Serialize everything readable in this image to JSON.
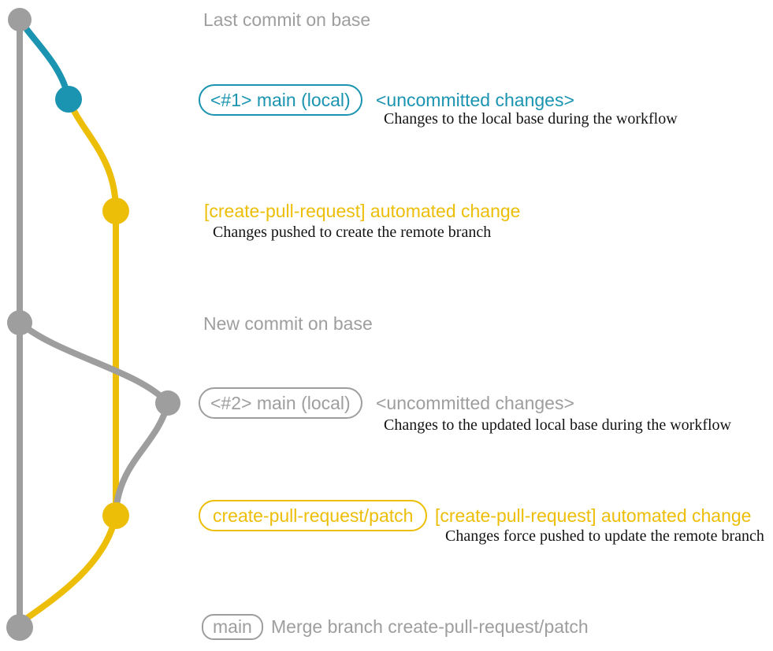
{
  "colors": {
    "gray": "#9e9e9e",
    "teal": "#1a94b0",
    "yellow": "#edbe07",
    "ink": "#141414",
    "background": "#ffffff"
  },
  "graph": {
    "commits": [
      {
        "id": "base-tip",
        "branch": "base",
        "color": "gray"
      },
      {
        "id": "local-main-1",
        "branch": "main (local)",
        "color": "teal"
      },
      {
        "id": "patch-1",
        "branch": "create-pull-request/patch",
        "color": "yellow"
      },
      {
        "id": "base-new",
        "branch": "base",
        "color": "gray"
      },
      {
        "id": "local-main-2",
        "branch": "main (local)",
        "color": "gray"
      },
      {
        "id": "patch-2",
        "branch": "create-pull-request/patch",
        "color": "yellow"
      },
      {
        "id": "merge",
        "branch": "base",
        "color": "gray"
      }
    ]
  },
  "rows": {
    "r0": {
      "text": "Last commit on base"
    },
    "r1": {
      "badge": "<#1> main (local)",
      "message": "<uncommitted changes>",
      "note": "Changes to the local base during the workflow"
    },
    "r2": {
      "message": "[create-pull-request] automated change",
      "note": "Changes pushed to create the remote branch"
    },
    "r3": {
      "text": "New commit on base"
    },
    "r4": {
      "badge": "<#2> main (local)",
      "message": "<uncommitted changes>",
      "note": "Changes to the updated local base during the workflow"
    },
    "r5": {
      "badge": "create-pull-request/patch",
      "message": "[create-pull-request] automated change",
      "note": "Changes force pushed to update the remote branch"
    },
    "r6": {
      "badge": "main",
      "message": "Merge branch create-pull-request/patch"
    }
  }
}
